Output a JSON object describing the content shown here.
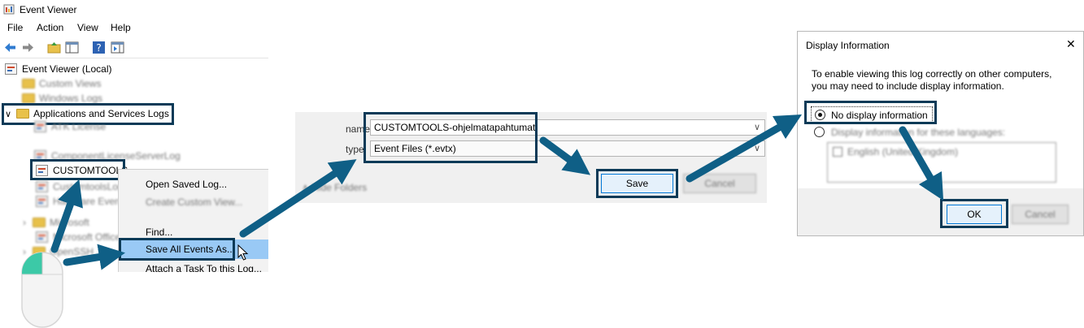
{
  "event_viewer": {
    "title": "Event Viewer",
    "menu": [
      "File",
      "Action",
      "View",
      "Help"
    ],
    "tree": {
      "root": "Event Viewer (Local)",
      "custom_views": "Custom Views",
      "windows_logs": "Windows Logs",
      "apps_services": "Applications and Services Logs",
      "atk_license": "ATK License",
      "blurred_log": "ComponentLicenseServerLog",
      "customtools": "CUSTOMTOOLS",
      "blurred_a": "CustomtoolsLog",
      "blurred_b": "Hardware Events",
      "blurred_c": "Microsoft",
      "blurred_d": "Microsoft Office Alerts",
      "blurred_e": "OpenSSH"
    },
    "context_menu": {
      "open_saved": "Open Saved Log...",
      "create_custom": "Create Custom View...",
      "find": "Find...",
      "save_all": "Save All Events As...",
      "attach_task": "Attach a Task To this Log..."
    }
  },
  "save_dialog": {
    "name_label": "name:",
    "type_label": "type:",
    "file_name": "CUSTOMTOOLS-ohjelmatapahtumat",
    "file_type": "Event Files (*.evtx)",
    "save_label": "Save",
    "cancel_label": "Cancel",
    "hide_folders": "Hide Folders"
  },
  "display_info": {
    "title": "Display Information",
    "close_glyph": "✕",
    "message_line1": "To enable viewing this log correctly on other computers,",
    "message_line2": "you may need to include display information.",
    "option_none": "No display information",
    "option_languages": "Display information for these languages:",
    "language_item": "English (United Kingdom)",
    "ok_label": "OK",
    "cancel_label": "Cancel"
  },
  "colors": {
    "highlight_border": "#0b3a57",
    "arrow": "#0f5f86",
    "menu_selected": "#99c9f5",
    "mouse_accent": "#3cc9a7"
  }
}
